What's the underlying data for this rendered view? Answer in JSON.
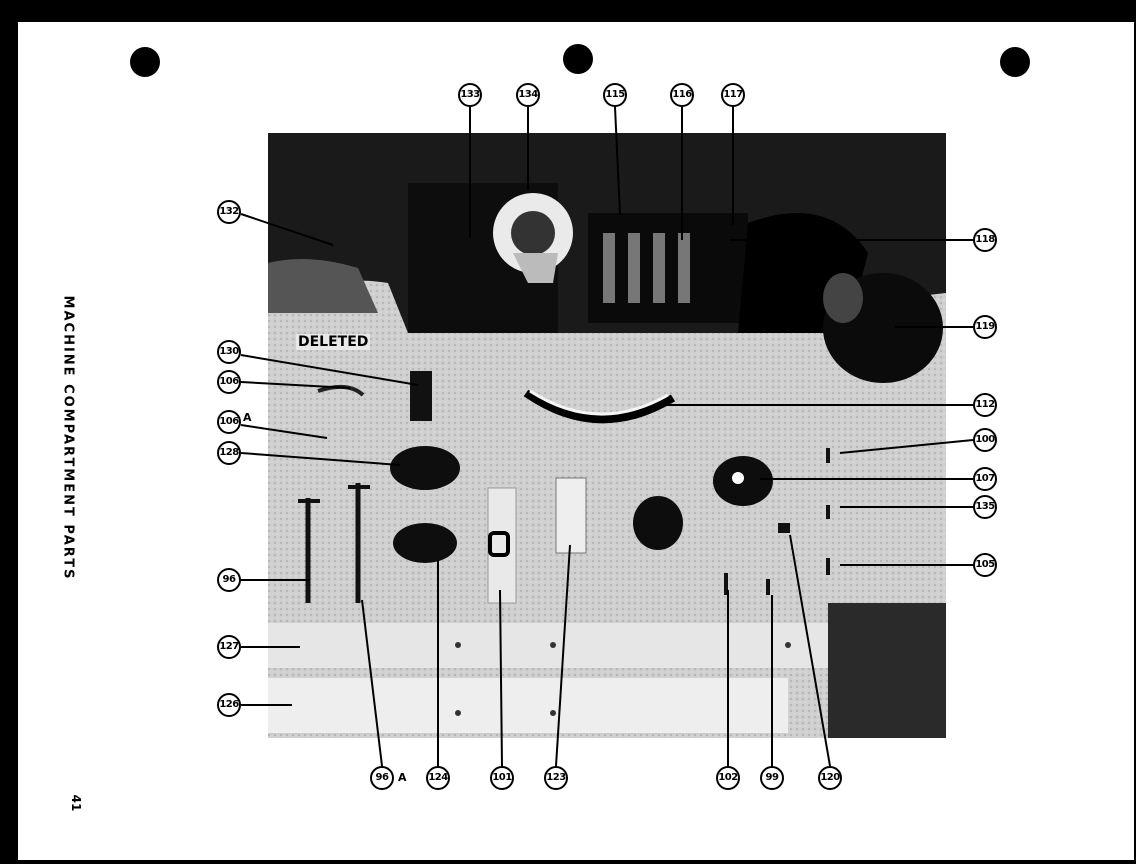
{
  "page": {
    "side_title": "MACHINE COMPARTMENT PARTS",
    "page_number": "41",
    "deleted_label": "DELETED"
  },
  "callouts": [
    {
      "id": "133",
      "suffix": ""
    },
    {
      "id": "134",
      "suffix": ""
    },
    {
      "id": "115",
      "suffix": ""
    },
    {
      "id": "116",
      "suffix": ""
    },
    {
      "id": "117",
      "suffix": ""
    },
    {
      "id": "132",
      "suffix": ""
    },
    {
      "id": "118",
      "suffix": ""
    },
    {
      "id": "119",
      "suffix": ""
    },
    {
      "id": "130",
      "suffix": ""
    },
    {
      "id": "106",
      "suffix": ""
    },
    {
      "id": "106",
      "suffix": "A"
    },
    {
      "id": "112",
      "suffix": ""
    },
    {
      "id": "100",
      "suffix": ""
    },
    {
      "id": "128",
      "suffix": ""
    },
    {
      "id": "107",
      "suffix": ""
    },
    {
      "id": "135",
      "suffix": ""
    },
    {
      "id": "105",
      "suffix": ""
    },
    {
      "id": "96",
      "suffix": ""
    },
    {
      "id": "127",
      "suffix": ""
    },
    {
      "id": "126",
      "suffix": ""
    },
    {
      "id": "96",
      "suffix": "A"
    },
    {
      "id": "124",
      "suffix": ""
    },
    {
      "id": "101",
      "suffix": ""
    },
    {
      "id": "123",
      "suffix": ""
    },
    {
      "id": "102",
      "suffix": ""
    },
    {
      "id": "99",
      "suffix": ""
    },
    {
      "id": "120",
      "suffix": ""
    }
  ]
}
